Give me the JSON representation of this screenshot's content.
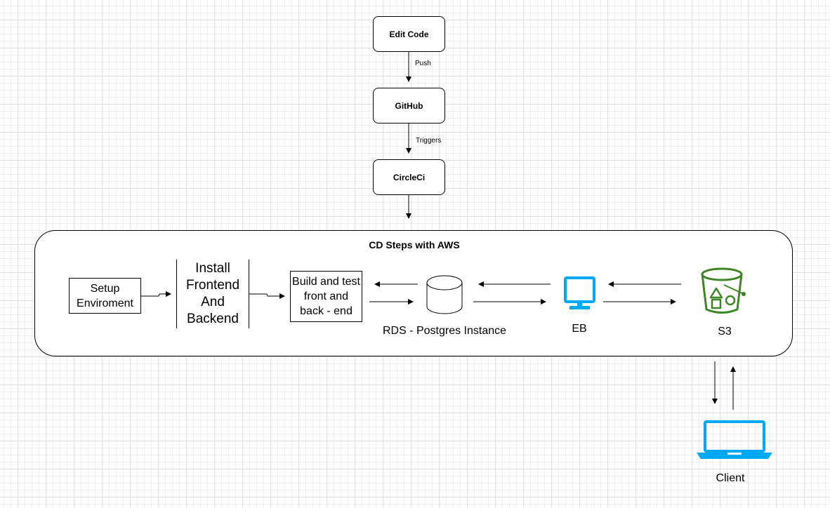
{
  "pipeline": {
    "edit_code": "Edit Code",
    "push_label": "Push",
    "github": "GitHub",
    "triggers_label": "Triggers",
    "circleci": "CircleCi"
  },
  "cd_section": {
    "title": "CD Steps with AWS",
    "setup_env": "Setup Enviroment",
    "install_deps": "Install Frontend And Backend",
    "build_test": "Build and test front and back - end",
    "rds_label": "RDS - Postgres Instance",
    "eb_label": "EB",
    "s3_label": "S3"
  },
  "client_label": "Client",
  "colors": {
    "eb_icon": "#01A9F4",
    "s3_icon": "#3F8624",
    "client_icon": "#01A9F4",
    "line": "#000000"
  },
  "icons": {
    "rds": "database-cylinder-icon",
    "eb": "monitor-icon",
    "s3": "bucket-icon",
    "client": "laptop-icon"
  }
}
